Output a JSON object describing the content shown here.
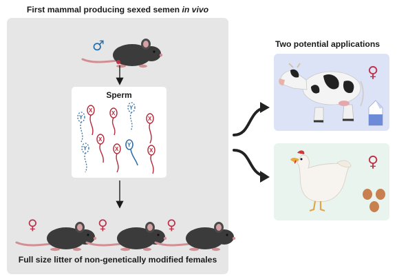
{
  "left_panel": {
    "title_main": "First mammal producing sexed semen ",
    "title_italic": "in vivo",
    "sperm_box_title": "Sperm",
    "caption": "Full size litter of non-genetically modified females",
    "male_symbol": "♂",
    "female_symbol": "♀",
    "sperm_x_label": "X",
    "sperm_y_label": "Y"
  },
  "right_panel": {
    "title": "Two potential applications",
    "female_symbol": "♀"
  },
  "colors": {
    "male_symbol": "#1f6fb3",
    "female_symbol": "#c0314a",
    "x_sperm": "#b5283a",
    "y_sperm": "#2f6fa8",
    "panel_bg": "#e6e6e6",
    "cow_card_bg": "#dde3f7",
    "hen_card_bg": "#e9f4ef"
  },
  "icons": [
    "male-symbol-icon",
    "female-symbol-icon",
    "mouse-icon",
    "sperm-icon",
    "cow-icon",
    "milk-carton-icon",
    "hen-icon",
    "eggs-icon",
    "arrow-icon"
  ]
}
